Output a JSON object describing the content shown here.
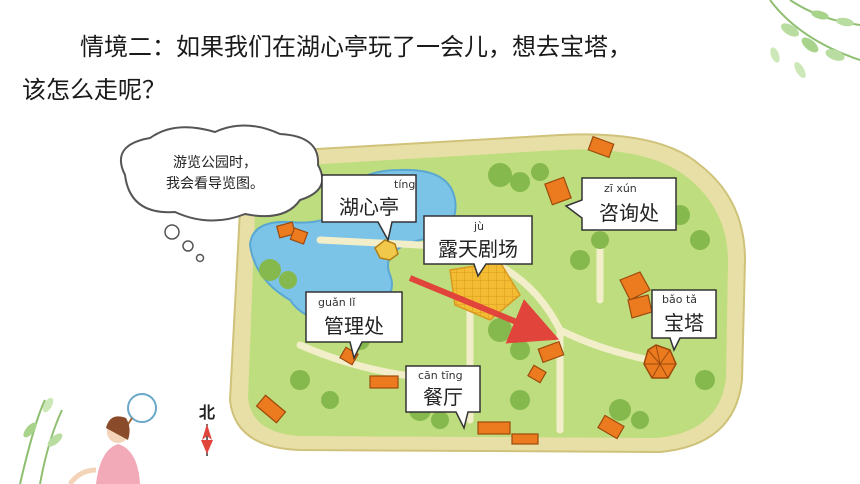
{
  "prompt": {
    "line1": "情境二：如果我们在湖心亭玩了一会儿，想去宝塔，",
    "line2": "该怎么走呢？"
  },
  "thought_bubble": {
    "line1": "游览公园时，",
    "line2": "我会看导览图。"
  },
  "places": {
    "lake_pavilion": {
      "pinyin": "tíng",
      "label": "湖心亭"
    },
    "info_desk": {
      "pinyin": "zī xún",
      "label": "咨询处"
    },
    "open_theater": {
      "pinyin": "jù",
      "label": "露天剧场"
    },
    "management": {
      "pinyin": "guǎn lǐ",
      "label": "管理处"
    },
    "pagoda": {
      "pinyin": "bǎo tǎ",
      "label": "宝塔"
    },
    "restaurant": {
      "pinyin": "cān tīng",
      "label": "餐厅"
    }
  },
  "compass": {
    "north_label": "北"
  },
  "colors": {
    "park_border": "#e8dfa6",
    "grass": "#bedd7e",
    "tree": "#86b94d",
    "water": "#7cc3e8",
    "building": "#ec7a1e",
    "route_arrow": "#e0443a",
    "theater": "#f4bc33"
  }
}
